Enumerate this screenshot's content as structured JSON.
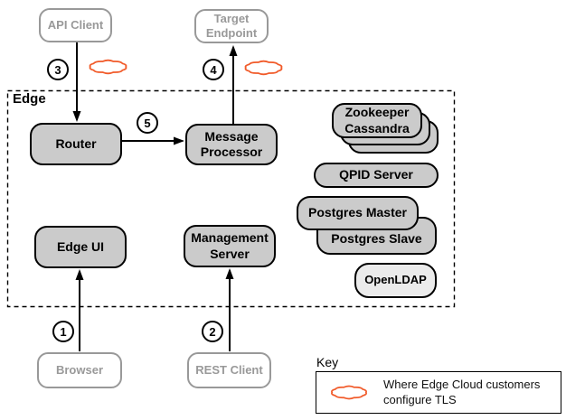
{
  "colors": {
    "accent-orange": "#F15A29",
    "node-fill": "#CBCBCB",
    "openldap-fill": "#EBEBEB",
    "external-border": "#999999",
    "external-text": "#999999"
  },
  "edge_group": {
    "label": "Edge"
  },
  "nodes": {
    "api_client": "API Client",
    "target_endpoint": "Target Endpoint",
    "browser": "Browser",
    "rest_client": "REST Client",
    "router": "Router",
    "message_processor": "Message Processor",
    "edge_ui": "Edge UI",
    "management_server": "Management Server",
    "zookeeper": "Zookeeper",
    "cassandra": "Cassandra",
    "qpid_server": "QPID Server",
    "postgres_master": "Postgres Master",
    "postgres_slave": "Postgres Slave",
    "openldap": "OpenLDAP"
  },
  "steps": {
    "1": "1",
    "2": "2",
    "3": "3",
    "4": "4",
    "5": "5"
  },
  "key": {
    "title": "Key",
    "cloud_label": "Where Edge Cloud customers configure TLS"
  }
}
